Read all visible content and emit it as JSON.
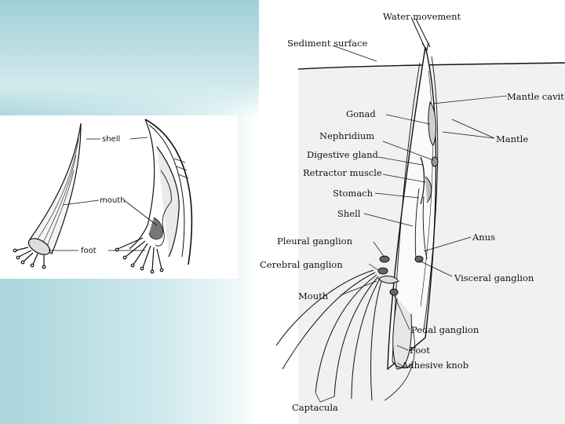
{
  "left_diagram": {
    "labels": {
      "shell": "shell",
      "mouth": "mouth",
      "foot": "foot"
    }
  },
  "right_diagram": {
    "labels": {
      "water_movement": "Water movement",
      "sediment_surface": "Sediment surface",
      "mantle_cavity": "Mantle cavit",
      "gonad": "Gonad",
      "mantle": "Mantle",
      "nephridium": "Nephridium",
      "digestive_gland": "Digestive gland",
      "retractor_muscle": "Retractor muscle",
      "stomach": "Stomach",
      "shell": "Shell",
      "anus": "Anus",
      "pleural_ganglion": "Pleural ganglion",
      "cerebral_ganglion": "Cerebral ganglion",
      "visceral_ganglion": "Visceral ganglion",
      "mouth": "Mouth",
      "pedal_ganglion": "Pedal ganglion",
      "foot": "Foot",
      "adhesive_knob": "Adhesive knob",
      "captacula": "Captacula"
    }
  }
}
